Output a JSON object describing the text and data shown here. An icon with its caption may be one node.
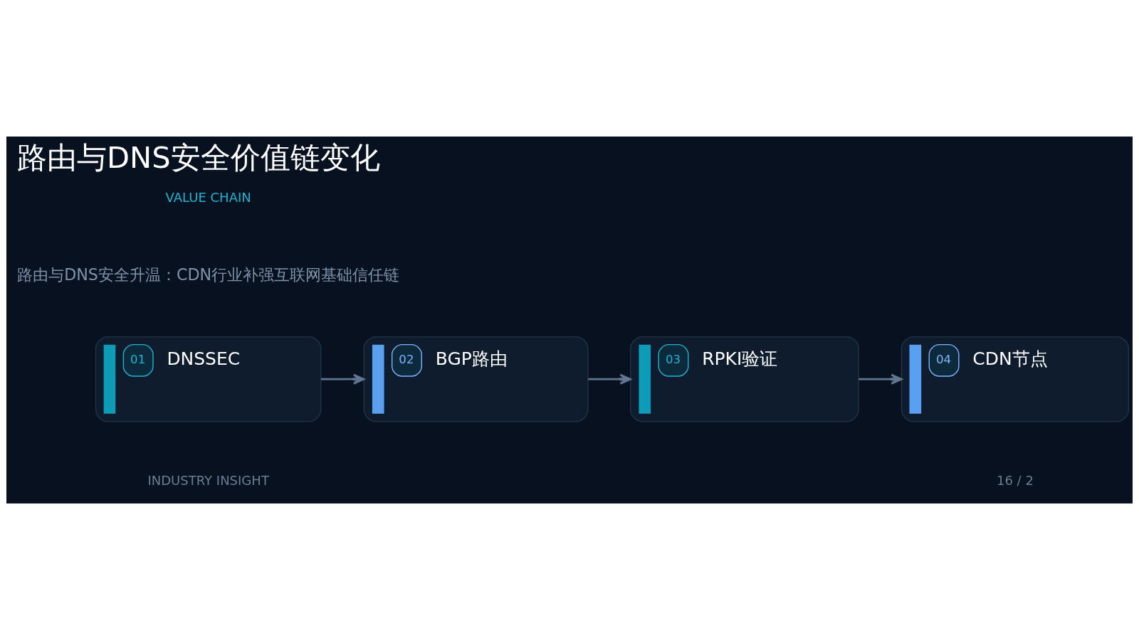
{
  "diagram": {
    "title": "路由与DNS安全价值链变化",
    "nodes": [
      {
        "text": [
          "01",
          "DNSSEC"
        ]
      },
      {
        "text": [
          "02",
          "BGP路由"
        ]
      },
      {
        "text": [
          "03",
          "RPKI验证"
        ]
      },
      {
        "text": [
          "04",
          "CDN节点"
        ]
      }
    ],
    "edges": [
      {
        "from": 0,
        "to": 1,
        "arrow": "to"
      },
      {
        "from": 1,
        "to": 2,
        "arrow": "to"
      },
      {
        "from": 2,
        "to": 3,
        "arrow": "to"
      }
    ],
    "labels": [
      "VALUE CHAIN",
      "路由与DNS安全升温：CDN行业补强互联网基础信任链",
      "INDUSTRY INSIGHT",
      "16 / 2"
    ]
  }
}
